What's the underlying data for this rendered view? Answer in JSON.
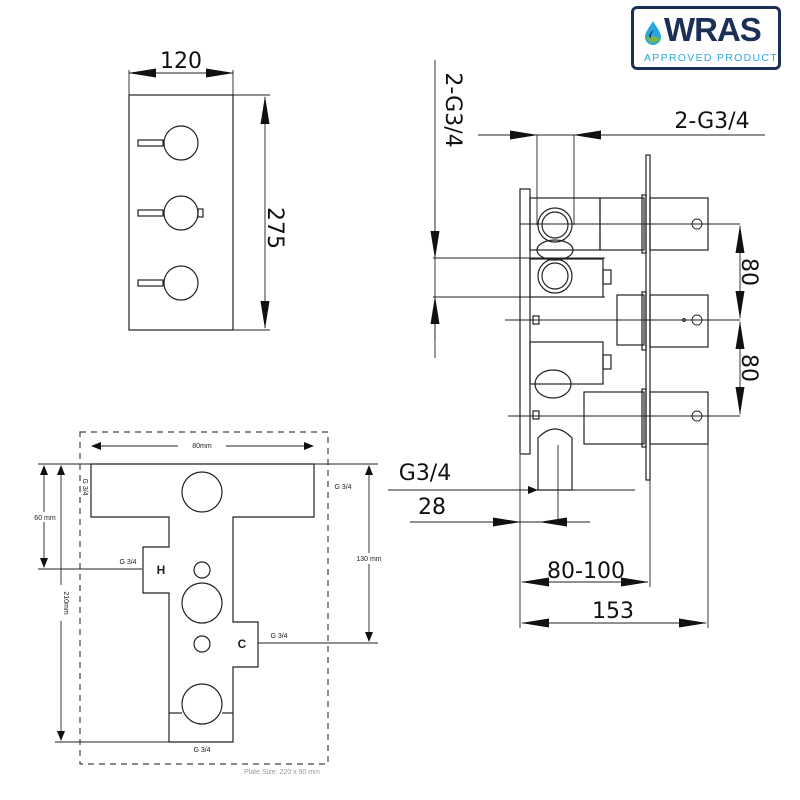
{
  "front_view": {
    "width_label": "120",
    "height_label": "275"
  },
  "side_view": {
    "top_vertical_label": "2-G3/4",
    "top_horizontal_label": "2-G3/4",
    "spacing_label_1": "80",
    "spacing_label_2": "80",
    "inlet_label": "G3/4",
    "depth_label_28": "28",
    "depth_range_label": "80-100",
    "total_depth_label": "153"
  },
  "template": {
    "width_label": "80mm",
    "dim_60_label": "60 mm",
    "dim_210_label": "210mm",
    "dim_130_label": "130 mm",
    "top_left_port": "G 3/4",
    "top_right_port": "G 3/4",
    "hot_port": "G 3/4",
    "cold_port": "G 3/4",
    "bottom_port": "G 3/4",
    "hot_marker": "H",
    "cold_marker": "C",
    "plate_size": "Plate Size: 220 x 90 mm"
  },
  "badge": {
    "brand": "WRAS",
    "subtitle": "APPROVED PRODUCT",
    "colors": {
      "navy": "#1b2f57",
      "blue": "#29a8e0",
      "green": "#7ab648"
    }
  }
}
